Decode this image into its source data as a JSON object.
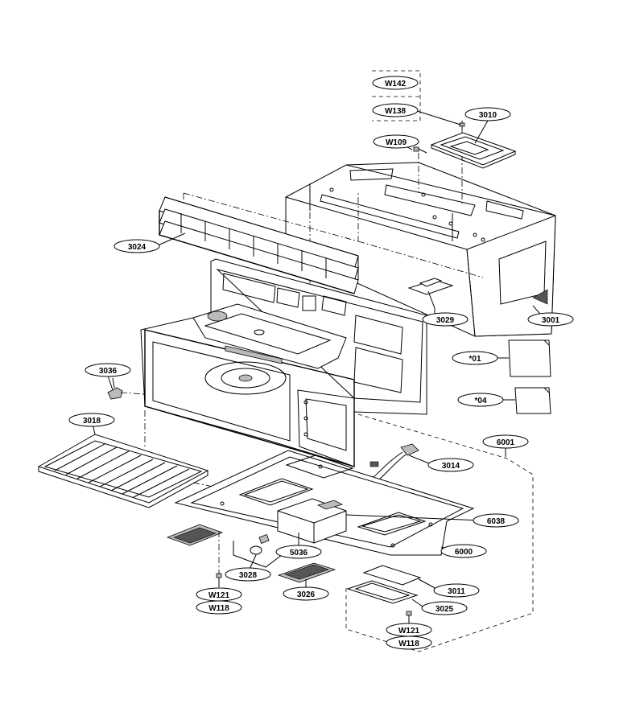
{
  "diagram": {
    "labels": {
      "W142": "W142",
      "W138": "W138",
      "3010": "3010",
      "W109": "W109",
      "3024": "3024",
      "3029": "3029",
      "3001": "3001",
      "star01": "*01",
      "star04": "*04",
      "3036": "3036",
      "3018": "3018",
      "6001": "6001",
      "3014": "3014",
      "6038": "6038",
      "5036": "5036",
      "6000": "6000",
      "3028": "3028",
      "3026": "3026",
      "3011": "3011",
      "3025": "3025",
      "W121a": "W121",
      "W118a": "W118",
      "W121b": "W121",
      "W118b": "W118"
    }
  }
}
